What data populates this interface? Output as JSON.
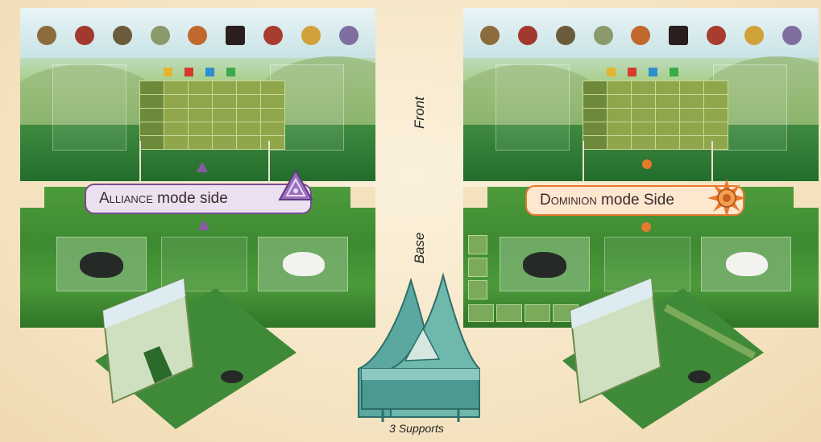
{
  "labels": {
    "alliance_word": "Alliance",
    "alliance_rest": " mode side",
    "dominion_word": "Dominion",
    "dominion_rest": " mode Side",
    "front": "Front",
    "base": "Base",
    "supports": "3 Supports"
  },
  "colors": {
    "alliance_accent": "#7a4b92",
    "dominion_accent": "#e8782e",
    "background": "#f6e6c6"
  },
  "icons": [
    "alliance-triangle-icon",
    "dominion-sun-icon",
    "pig-icon",
    "goat-icon",
    "support-piece-icon"
  ],
  "resource_colors": [
    "#8c6c3c",
    "#a2382e",
    "#6a5b3a",
    "#8a9a6a",
    "#c0682e",
    "#2a1e1e",
    "#a83c2e",
    "#d2a23a",
    "#7f6fa0"
  ],
  "cube_colors": [
    "#e3b52c",
    "#d73a2e",
    "#2e8fd0",
    "#3caa4a"
  ]
}
